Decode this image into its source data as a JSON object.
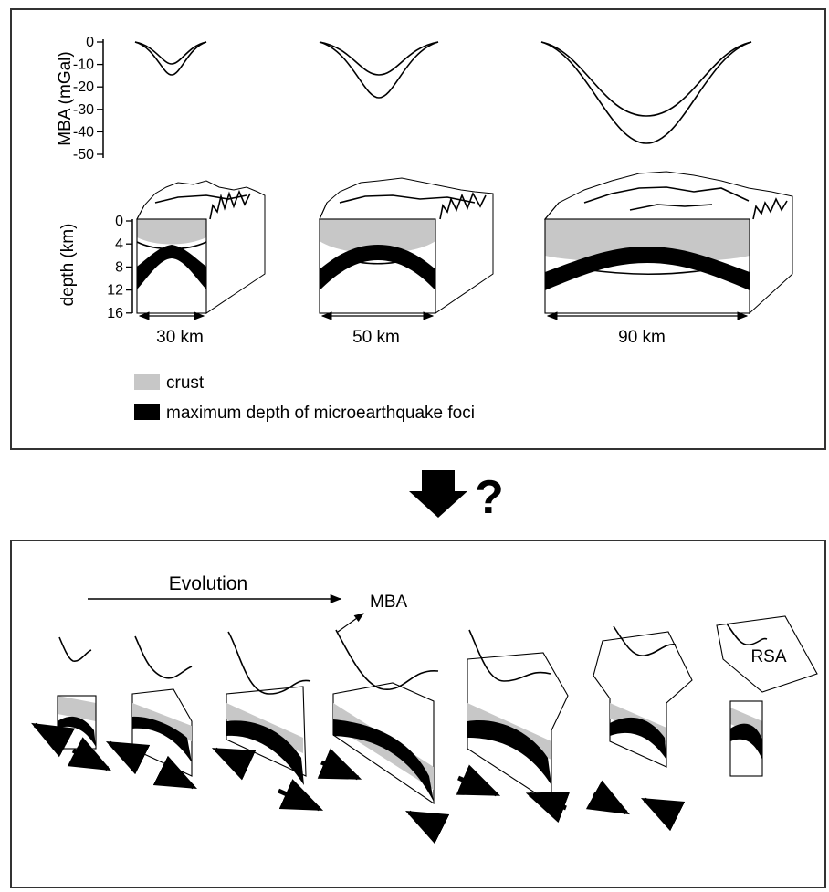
{
  "top_panel": {
    "mba_axis": {
      "title": "MBA (mGal)",
      "ticks": [
        "0",
        "-10",
        "-20",
        "-30",
        "-40",
        "-50"
      ]
    },
    "depth_axis": {
      "title": "depth (km)",
      "ticks": [
        "0",
        "4",
        "8",
        "12",
        "16"
      ]
    },
    "blocks": [
      {
        "width_label": "30 km",
        "mba_min_inner": -10,
        "mba_min_outer": -15
      },
      {
        "width_label": "50 km",
        "mba_min_inner": -15,
        "mba_min_outer": -25
      },
      {
        "width_label": "90 km",
        "mba_min_inner": -33,
        "mba_min_outer": -44
      }
    ],
    "legend": {
      "crust": "crust",
      "foci": "maximum depth of microearthquake foci"
    }
  },
  "transition": {
    "question_mark": "?"
  },
  "bottom_panel": {
    "evolution_label": "Evolution",
    "mba_callout": "MBA",
    "rsa_label": "RSA",
    "stage_count": 7
  }
}
